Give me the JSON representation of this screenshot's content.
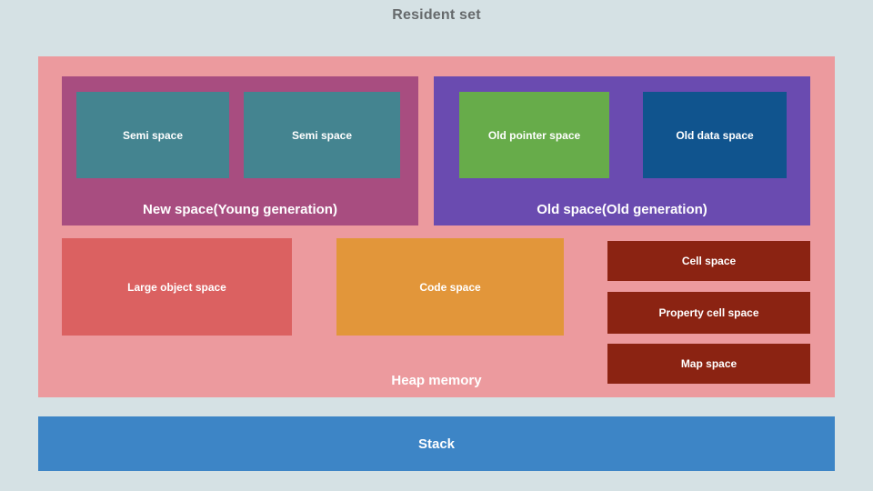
{
  "diagram": {
    "title": "Resident set",
    "title_color": "#666a6c",
    "background_color": "#d5e1e4",
    "heap": {
      "label": "Heap memory",
      "color": "#ec9a9e",
      "new_space": {
        "label": "New space(Young generation)",
        "color": "#a84d80",
        "children": [
          {
            "label": "Semi space",
            "color": "#448490"
          },
          {
            "label": "Semi space",
            "color": "#448490"
          }
        ]
      },
      "old_space": {
        "label": "Old space(Old generation)",
        "color": "#6a4bb0",
        "children": [
          {
            "label": "Old pointer space",
            "color": "#67ac4a"
          },
          {
            "label": "Old data space",
            "color": "#10548e"
          }
        ]
      },
      "other_spaces": [
        {
          "label": "Large object space",
          "color": "#db6161"
        },
        {
          "label": "Code space",
          "color": "#e2963a"
        },
        {
          "label": "Cell space",
          "color": "#8b2312"
        },
        {
          "label": "Property cell space",
          "color": "#8b2312"
        },
        {
          "label": "Map space",
          "color": "#8b2312"
        }
      ]
    },
    "stack": {
      "label": "Stack",
      "color": "#3d85c6"
    }
  }
}
